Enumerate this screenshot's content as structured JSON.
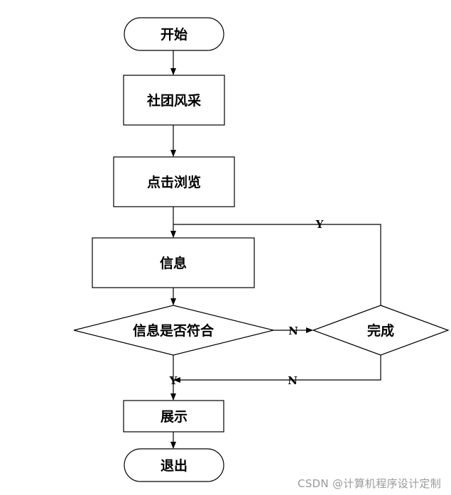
{
  "nodes": {
    "start": "开始",
    "club_style": "社团风采",
    "click_browse": "点击浏览",
    "info": "信息",
    "decision": "信息是否符合",
    "complete": "完成",
    "display": "展示",
    "exit": "退出"
  },
  "edge_labels": {
    "complete_yes": "Y",
    "decision_no": "N",
    "complete_no": "N",
    "decision_yes": "Y"
  },
  "watermark": "CSDN @计算机程序设计定制"
}
